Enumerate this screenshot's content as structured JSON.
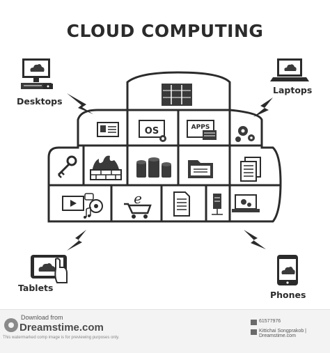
{
  "title": "CLOUD COMPUTING",
  "devices": {
    "desktops": "Desktops",
    "laptops": "Laptops",
    "tablets": "Tablets",
    "phones": "Phones"
  },
  "cloud_tiles": {
    "os_label": "OS",
    "apps_label": "APPS",
    "e_label": "e"
  },
  "footer": {
    "download_from": "Download from",
    "brand": "Dreamstime.com",
    "note": "This watermarked comp image is for previewing purposes only.",
    "id_text": "61577976",
    "author_text": "Kittichai Songprakob | Dreamstime.com"
  },
  "colors": {
    "ink": "#2b2b2b",
    "panel": "#3a3a3a",
    "footer_bg": "#f3f3f3"
  }
}
